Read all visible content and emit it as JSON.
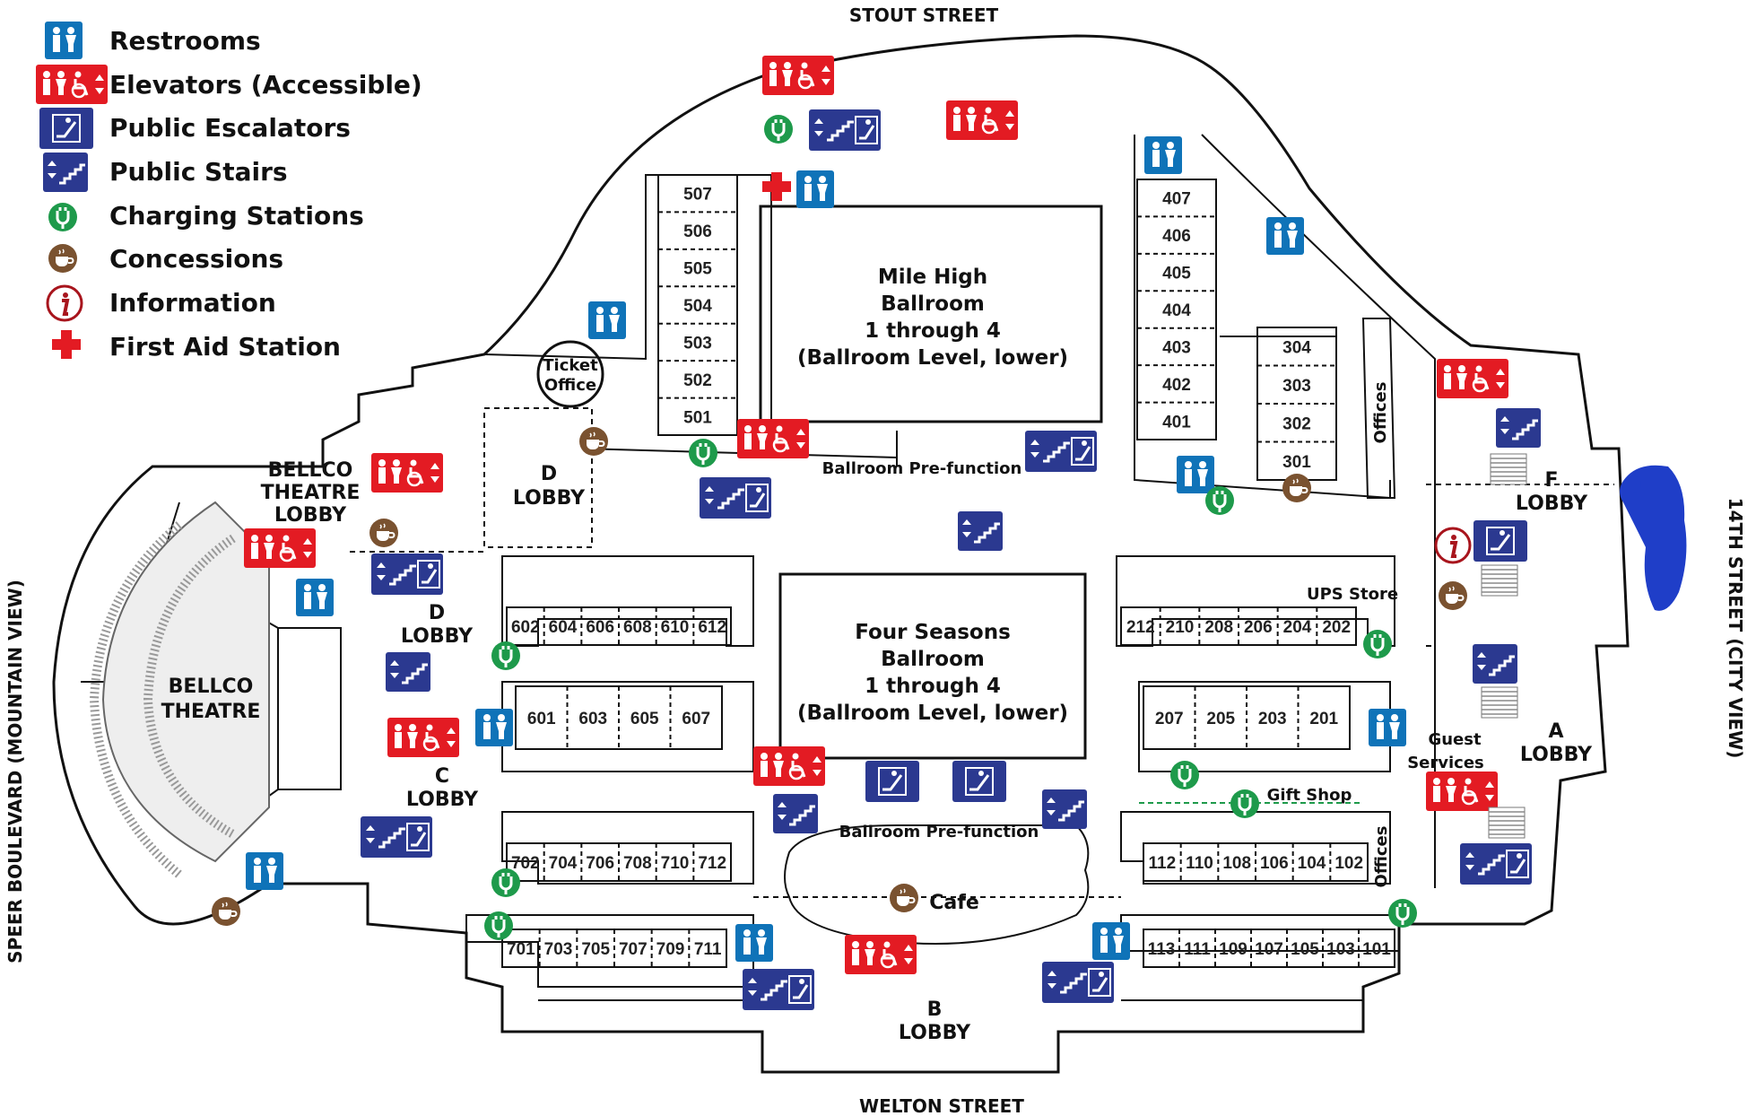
{
  "colors": {
    "restroom": "#0f73b8",
    "elevator": "#e31b23",
    "escalator": "#2b3990",
    "charging": "#1e9a4b",
    "concession": "#7a5230",
    "info": "#a8151d",
    "firstaid": "#e31b23"
  },
  "legend": [
    {
      "icon": "restroom-icon",
      "label": "Restrooms"
    },
    {
      "icon": "elevator-icon",
      "label": "Elevators (Accessible)"
    },
    {
      "icon": "escalator-icon",
      "label": "Public Escalators"
    },
    {
      "icon": "stairs-icon",
      "label": "Public Stairs"
    },
    {
      "icon": "charging-icon",
      "label": "Charging Stations"
    },
    {
      "icon": "coffee-icon",
      "label": "Concessions"
    },
    {
      "icon": "info-icon",
      "label": "Information"
    },
    {
      "icon": "firstaid-icon",
      "label": "First Aid Station"
    }
  ],
  "streets": {
    "north": "STOUT STREET",
    "south": "WELTON STREET",
    "west": "SPEER BOULEVARD (MOUNTAIN VIEW)",
    "east": "14TH STREET (CITY VIEW)"
  },
  "areas": {
    "mile_high": [
      "Mile High",
      "Ballroom",
      "1 through 4",
      "(Ballroom Level, lower)"
    ],
    "four_seasons": [
      "Four Seasons",
      "Ballroom",
      "1 through 4",
      "(Ballroom Level, lower)"
    ],
    "bellco_theatre": [
      "BELLCO",
      "THEATRE"
    ],
    "bellco_lobby": [
      "BELLCO",
      "THEATRE",
      "LOBBY"
    ],
    "d_lobby_upper": [
      "D",
      "LOBBY"
    ],
    "d_lobby_lower": [
      "D",
      "LOBBY"
    ],
    "c_lobby": [
      "C",
      "LOBBY"
    ],
    "b_lobby": [
      "B",
      "LOBBY"
    ],
    "a_lobby": [
      "A",
      "LOBBY"
    ],
    "f_lobby": [
      "F",
      "LOBBY"
    ],
    "ticket_office": [
      "Ticket",
      "Office"
    ],
    "prefunction_upper": "Ballroom Pre-function",
    "prefunction_lower": "Ballroom Pre-function",
    "cafe": "Cafe",
    "gift_shop": "Gift Shop",
    "ups_store": "UPS Store",
    "guest_services": [
      "Guest",
      "Services"
    ],
    "offices_upper": "Offices",
    "offices_lower": "Offices"
  },
  "rooms": {
    "r500": [
      "507",
      "506",
      "505",
      "504",
      "503",
      "502",
      "501"
    ],
    "r400": [
      "407",
      "406",
      "405",
      "404",
      "403",
      "402",
      "401"
    ],
    "r300": [
      "304",
      "303",
      "302",
      "301"
    ],
    "r600": [
      "602",
      "604",
      "606",
      "608",
      "610",
      "612"
    ],
    "r600b": [
      "601",
      "603",
      "605",
      "607"
    ],
    "r200": [
      "212",
      "210",
      "208",
      "206",
      "204",
      "202"
    ],
    "r200b": [
      "207",
      "205",
      "203",
      "201"
    ],
    "r700": [
      "702",
      "704",
      "706",
      "708",
      "710",
      "712"
    ],
    "r700b": [
      "701",
      "703",
      "705",
      "707",
      "709",
      "711"
    ],
    "r100": [
      "112",
      "110",
      "108",
      "106",
      "104",
      "102"
    ],
    "r100b": [
      "113",
      "111",
      "109",
      "107",
      "105",
      "103",
      "101"
    ]
  }
}
